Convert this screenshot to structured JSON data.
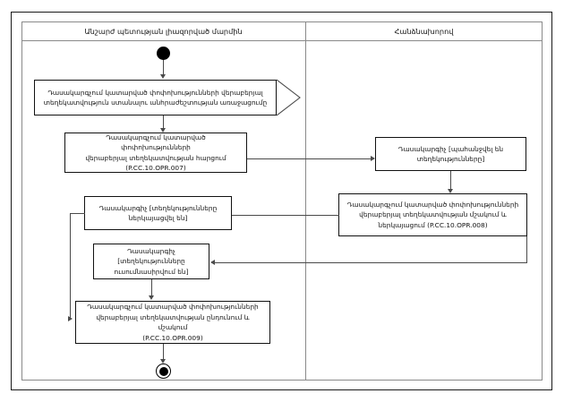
{
  "diagram": {
    "type": "uml-activity-diagram",
    "lanes": [
      {
        "id": "lane-left",
        "title": "Անշարժ պետության լիազորված մարմին"
      },
      {
        "id": "lane-right",
        "title": "Հանձնախորով"
      }
    ],
    "nodes": [
      {
        "id": "start",
        "kind": "initial-node",
        "lane": "lane-left",
        "label": ""
      },
      {
        "id": "activity-need",
        "kind": "activity",
        "lane": "lane-left",
        "lines": [
          "Դասակարգչում կատարված փոփոխությունների վերաբերյալ",
          "տեղեկատվություն ստանալու անհրաժեշտության առաջացումը"
        ]
      },
      {
        "id": "activity-request",
        "kind": "activity",
        "lane": "lane-left",
        "lines": [
          "Դասակարգչում կատարված փոփոխությունների",
          "վերաբերյալ տեղեկատվության հարցում",
          "(P.CC.10.OPR.007)"
        ],
        "code": "P.CC.10.OPR.007"
      },
      {
        "id": "state-requested",
        "kind": "object-state",
        "lane": "lane-right",
        "lines": [
          "Դասակարգիչ [պահանջվել են",
          "տեղեկությունները]"
        ]
      },
      {
        "id": "activity-process-present",
        "kind": "activity",
        "lane": "lane-right",
        "lines": [
          "Դասակարգչում կատարված փոփոխությունների",
          "վերաբերյալ տեղեկատվության մշակում և",
          "ներկայացում (P.CC.10.OPR.008)"
        ],
        "code": "P.CC.10.OPR.008"
      },
      {
        "id": "state-presented",
        "kind": "object-state",
        "lane": "lane-left",
        "lines": [
          "Դասակարգիչ [տեղեկությունները",
          "ներկայացվել են]"
        ]
      },
      {
        "id": "state-studied",
        "kind": "object-state",
        "lane": "lane-left",
        "lines": [
          "Դասակարգիչ",
          "[տեղեկությունները",
          "ուսումնասիրվում են]"
        ]
      },
      {
        "id": "activity-receive-process",
        "kind": "activity",
        "lane": "lane-left",
        "lines": [
          "Դասակարգչում կատարված փոփոխությունների",
          "վերաբերյալ տեղեկատվության ընդունում և մշակում",
          "(P.CC.10.OPR.009)"
        ],
        "code": "P.CC.10.OPR.009"
      },
      {
        "id": "end",
        "kind": "final-node",
        "lane": "lane-left",
        "label": ""
      }
    ],
    "colors": {
      "frame": "#1a1a1a",
      "lane": "#8a8a8a",
      "node_border": "#111111",
      "connector": "#4a4a4a",
      "node_fill": "#ffffff",
      "background": "#ffffff"
    }
  }
}
